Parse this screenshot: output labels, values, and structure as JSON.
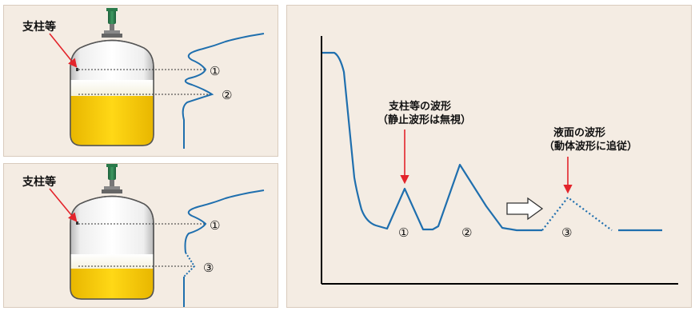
{
  "colors": {
    "panel_bg": "#f4ece3",
    "waveform": "#1f6fae",
    "arrow_red": "#e3242b",
    "liquid": "#f5c400"
  },
  "top_panel": {
    "support_label": "支柱等",
    "marker_1": "①",
    "marker_2": "②"
  },
  "bottom_panel": {
    "support_label": "支柱等",
    "marker_1": "①",
    "marker_3": "③"
  },
  "right_panel": {
    "support_wave_line1": "支柱等の波形",
    "support_wave_line2": "（静止波形は無視）",
    "liquid_wave_line1": "液面の波形",
    "liquid_wave_line2": "（動体波形に追従）",
    "peak_1": "①",
    "peak_2": "②",
    "peak_3": "③"
  }
}
